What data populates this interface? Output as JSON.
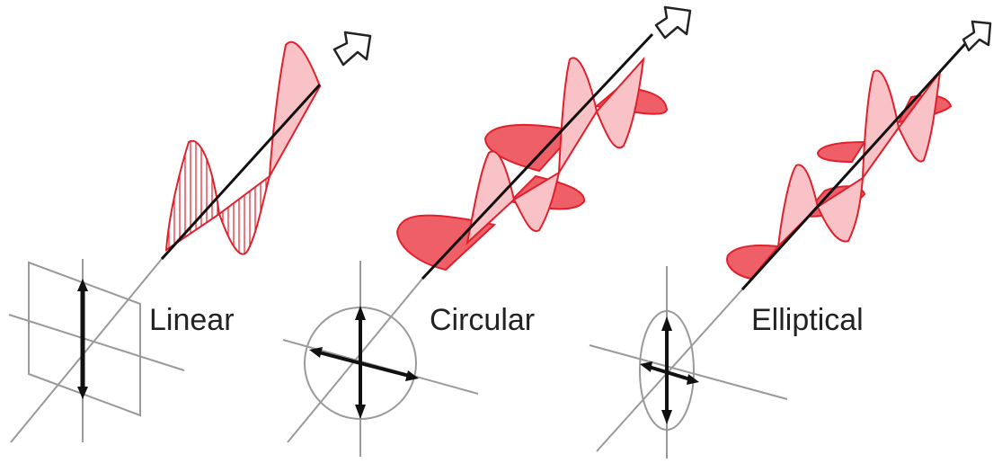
{
  "panels": [
    {
      "id": "linear",
      "label": "Linear"
    },
    {
      "id": "circular",
      "label": "Circular"
    },
    {
      "id": "elliptical",
      "label": "Elliptical"
    }
  ],
  "colors": {
    "wave_stroke": "#e0202c",
    "wave_fill": "#f7a9ae",
    "wave_fill_dark": "#ee5f68",
    "axis": "#222222",
    "frame": "#9a9a9a",
    "background": "#ffffff"
  }
}
